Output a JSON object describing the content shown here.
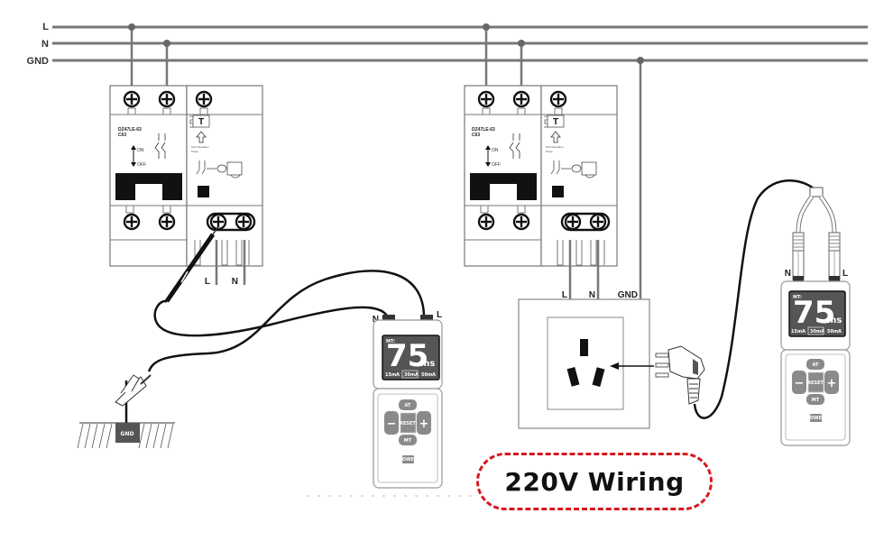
{
  "title": "220V Wiring",
  "bus_lines": [
    {
      "label": "L"
    },
    {
      "label": "N"
    },
    {
      "label": "GND"
    }
  ],
  "breakers": [
    {
      "model": "DZ47LE-63",
      "rating": "C63",
      "on_label": "ON",
      "off_label": "OFF",
      "test_button_label": "T",
      "test_caption_1": "Test Operation",
      "test_caption_2": "Press",
      "output_labels": {
        "l": "L",
        "n": "N"
      }
    },
    {
      "model": "DZ47LE-63",
      "rating": "C63",
      "on_label": "ON",
      "off_label": "OFF",
      "test_button_label": "T",
      "test_caption_1": "Test Operation",
      "test_caption_2": "Press",
      "output_labels": {
        "l": "L",
        "n": "N",
        "gnd": "GND"
      }
    }
  ],
  "ground_label": "GND",
  "testers": [
    {
      "lead_labels": {
        "n": "N",
        "l": "L"
      },
      "mode_label": "MT:",
      "reading": "75",
      "unit": "ms",
      "currents": [
        "15mA",
        "30mA",
        "50mA"
      ],
      "selected_current": "30mA",
      "buttons": {
        "up": "AT",
        "down": "MT",
        "center": "RESET",
        "minus": "−",
        "plus": "+",
        "power": "POWER"
      }
    },
    {
      "lead_labels": {
        "n": "N",
        "l": "L"
      },
      "mode_label": "MT:",
      "reading": "75",
      "unit": "ms",
      "currents": [
        "15mA",
        "30mA",
        "50mA"
      ],
      "selected_current": "30mA",
      "buttons": {
        "up": "AT",
        "down": "MT",
        "center": "RESET",
        "minus": "−",
        "plus": "+",
        "power": "POWER"
      }
    }
  ],
  "colors": {
    "badge_border": "#d7191f",
    "wire": "#777777",
    "screen": "#555555",
    "keypad": "#8a8a8a"
  }
}
